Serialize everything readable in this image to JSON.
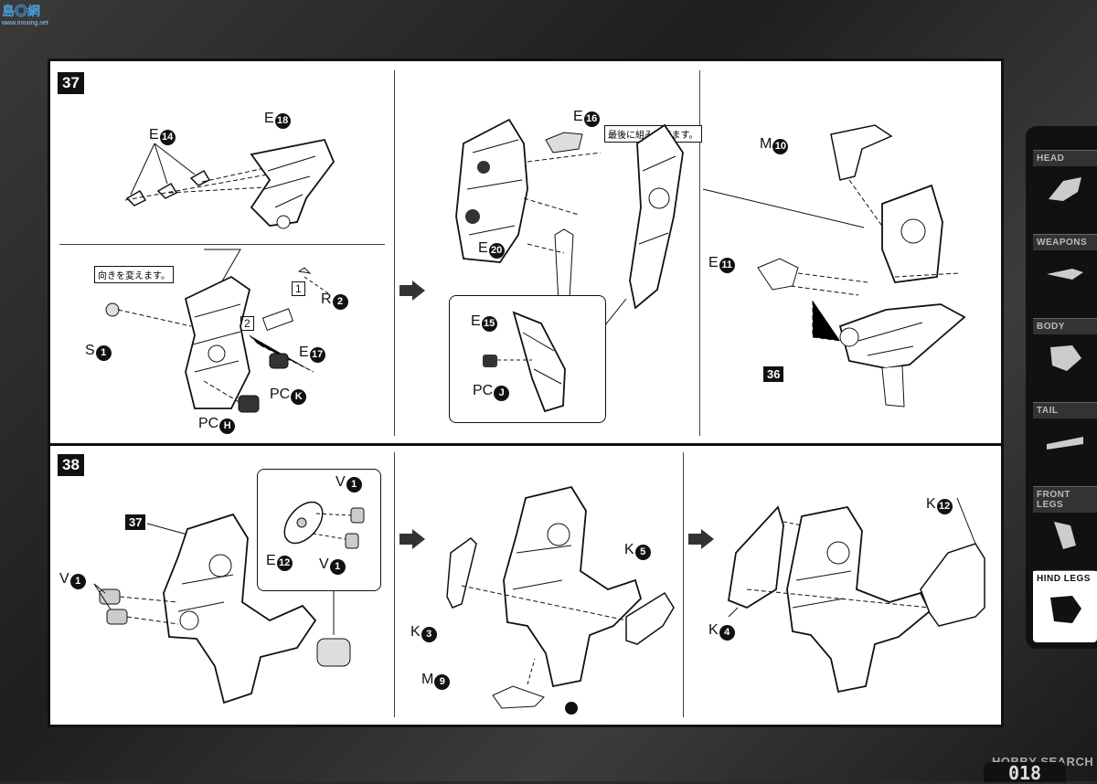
{
  "site_logo": {
    "text": "島◎網",
    "sub": "www.moxing.net"
  },
  "watermark": "HOBBY SEARCH",
  "page_number": "018",
  "steps": {
    "s37": "37",
    "s38": "38"
  },
  "notes": {
    "turn_around": "向きを変えます。",
    "assemble_last": "最後に組み立てます。"
  },
  "parts": {
    "e14": {
      "letter": "E",
      "num": "14"
    },
    "e18": {
      "letter": "E",
      "num": "18"
    },
    "s1": {
      "letter": "S",
      "num": "1"
    },
    "r2": {
      "letter": "R",
      "num": "2"
    },
    "e17": {
      "letter": "E",
      "num": "17"
    },
    "pck": {
      "letter": "PC",
      "num": "K"
    },
    "pch": {
      "letter": "PC",
      "num": "H"
    },
    "e16": {
      "letter": "E",
      "num": "16"
    },
    "e20": {
      "letter": "E",
      "num": "20"
    },
    "e15": {
      "letter": "E",
      "num": "15"
    },
    "pcj": {
      "letter": "PC",
      "num": "J"
    },
    "m10": {
      "letter": "M",
      "num": "10"
    },
    "e11": {
      "letter": "E",
      "num": "11"
    },
    "v1a": {
      "letter": "V",
      "num": "1"
    },
    "v1b": {
      "letter": "V",
      "num": "1"
    },
    "v1c": {
      "letter": "V",
      "num": "1"
    },
    "e12": {
      "letter": "E",
      "num": "12"
    },
    "k5": {
      "letter": "K",
      "num": "5"
    },
    "k3": {
      "letter": "K",
      "num": "3"
    },
    "m9": {
      "letter": "M",
      "num": "9"
    },
    "k4": {
      "letter": "K",
      "num": "4"
    },
    "k12": {
      "letter": "K",
      "num": "12"
    }
  },
  "order_marks": {
    "one": "1",
    "two": "2"
  },
  "refs": {
    "r36": "36",
    "r37": "37"
  },
  "sidebar": [
    {
      "label": "HEAD",
      "icon": "head-icon"
    },
    {
      "label": "WEAPONS",
      "icon": "weapons-icon"
    },
    {
      "label": "BODY",
      "icon": "body-icon"
    },
    {
      "label": "TAIL",
      "icon": "tail-icon"
    },
    {
      "label": "FRONT LEGS",
      "icon": "front-legs-icon"
    },
    {
      "label": "HIND LEGS",
      "icon": "hind-legs-icon"
    }
  ]
}
